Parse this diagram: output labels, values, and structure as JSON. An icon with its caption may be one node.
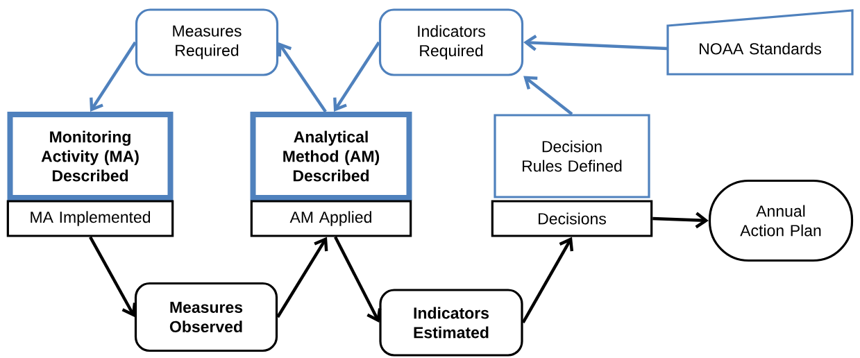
{
  "diagram": {
    "nodes": [
      {
        "text": [
          "Measures Required"
        ]
      },
      {
        "text": [
          "Indicators Required"
        ]
      },
      {
        "text": [
          "NOAA Standards"
        ]
      },
      {
        "text": [
          "Monitoring Activity (MA) Described"
        ]
      },
      {
        "text": [
          "MA Implemented"
        ]
      },
      {
        "text": [
          "Analytical Method (AM) Described"
        ]
      },
      {
        "text": [
          "AM Applied"
        ]
      },
      {
        "text": [
          "Decision Rules Defined"
        ]
      },
      {
        "text": [
          "Decisions"
        ]
      },
      {
        "text": [
          "Annual Action Plan"
        ]
      },
      {
        "text": [
          "Measures Observed"
        ]
      },
      {
        "text": [
          "Indicators Estimated"
        ]
      }
    ],
    "edges": [
      {
        "from": 0,
        "to": 3,
        "arrow": "to",
        "color": "#4f81bd"
      },
      {
        "from": 5,
        "to": 0,
        "arrow": "to",
        "color": "#4f81bd"
      },
      {
        "from": 1,
        "to": 5,
        "arrow": "to",
        "color": "#4f81bd"
      },
      {
        "from": 2,
        "to": 1,
        "arrow": "to",
        "color": "#4f81bd"
      },
      {
        "from": 7,
        "to": 1,
        "arrow": "to",
        "color": "#4f81bd"
      },
      {
        "from": 4,
        "to": 10,
        "arrow": "to",
        "color": "#000000"
      },
      {
        "from": 10,
        "to": 6,
        "arrow": "to",
        "color": "#000000"
      },
      {
        "from": 6,
        "to": 11,
        "arrow": "to",
        "color": "#000000"
      },
      {
        "from": 11,
        "to": 8,
        "arrow": "to",
        "color": "#000000"
      },
      {
        "from": 8,
        "to": 9,
        "arrow": "to",
        "color": "#000000"
      }
    ]
  }
}
